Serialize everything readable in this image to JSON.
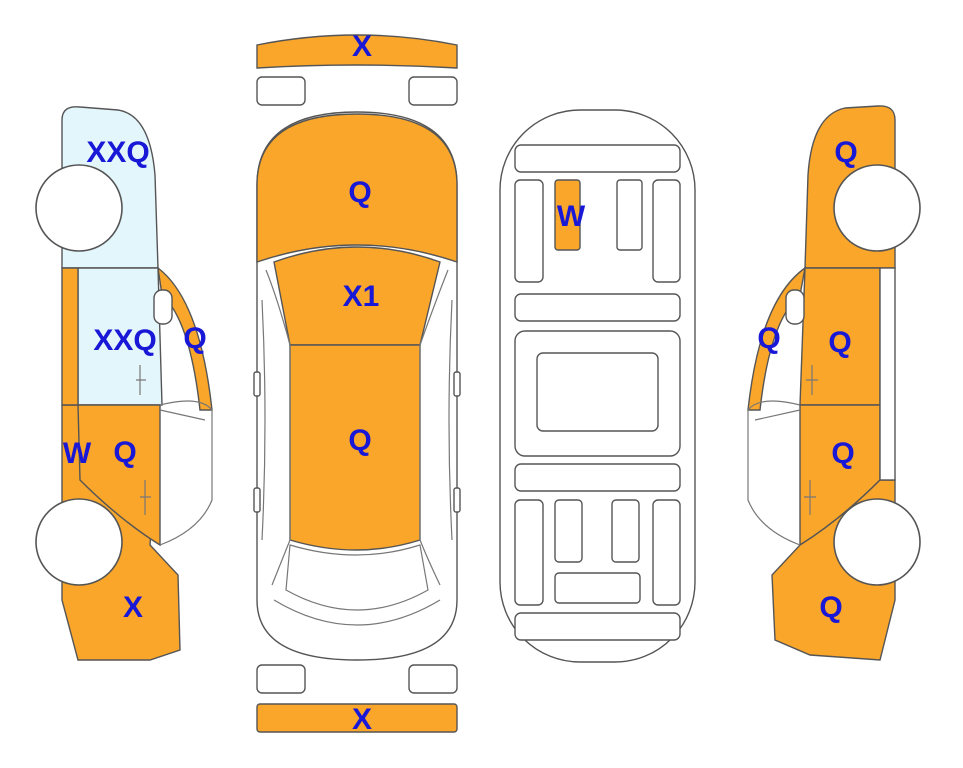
{
  "colors": {
    "damaged": "#f9a62b",
    "glass": "#e3f6fc",
    "body": "#ffffff",
    "label": "#1818d6",
    "outline": "#555555"
  },
  "labels": {
    "front_bumper": "X",
    "hood": "Q",
    "windshield_roof": "X1",
    "roof": "Q",
    "rear_bumper": "X",
    "underbody_part": "W",
    "left_front_fender": "XXQ",
    "left_front_door": "XXQ",
    "left_a_pillar": "Q",
    "left_rocker": "W",
    "left_rear_door": "Q",
    "left_rear_quarter": "X",
    "right_front_fender": "Q",
    "right_a_pillar": "Q",
    "right_front_door": "Q",
    "right_rear_door": "Q",
    "right_rear_quarter": "Q"
  }
}
